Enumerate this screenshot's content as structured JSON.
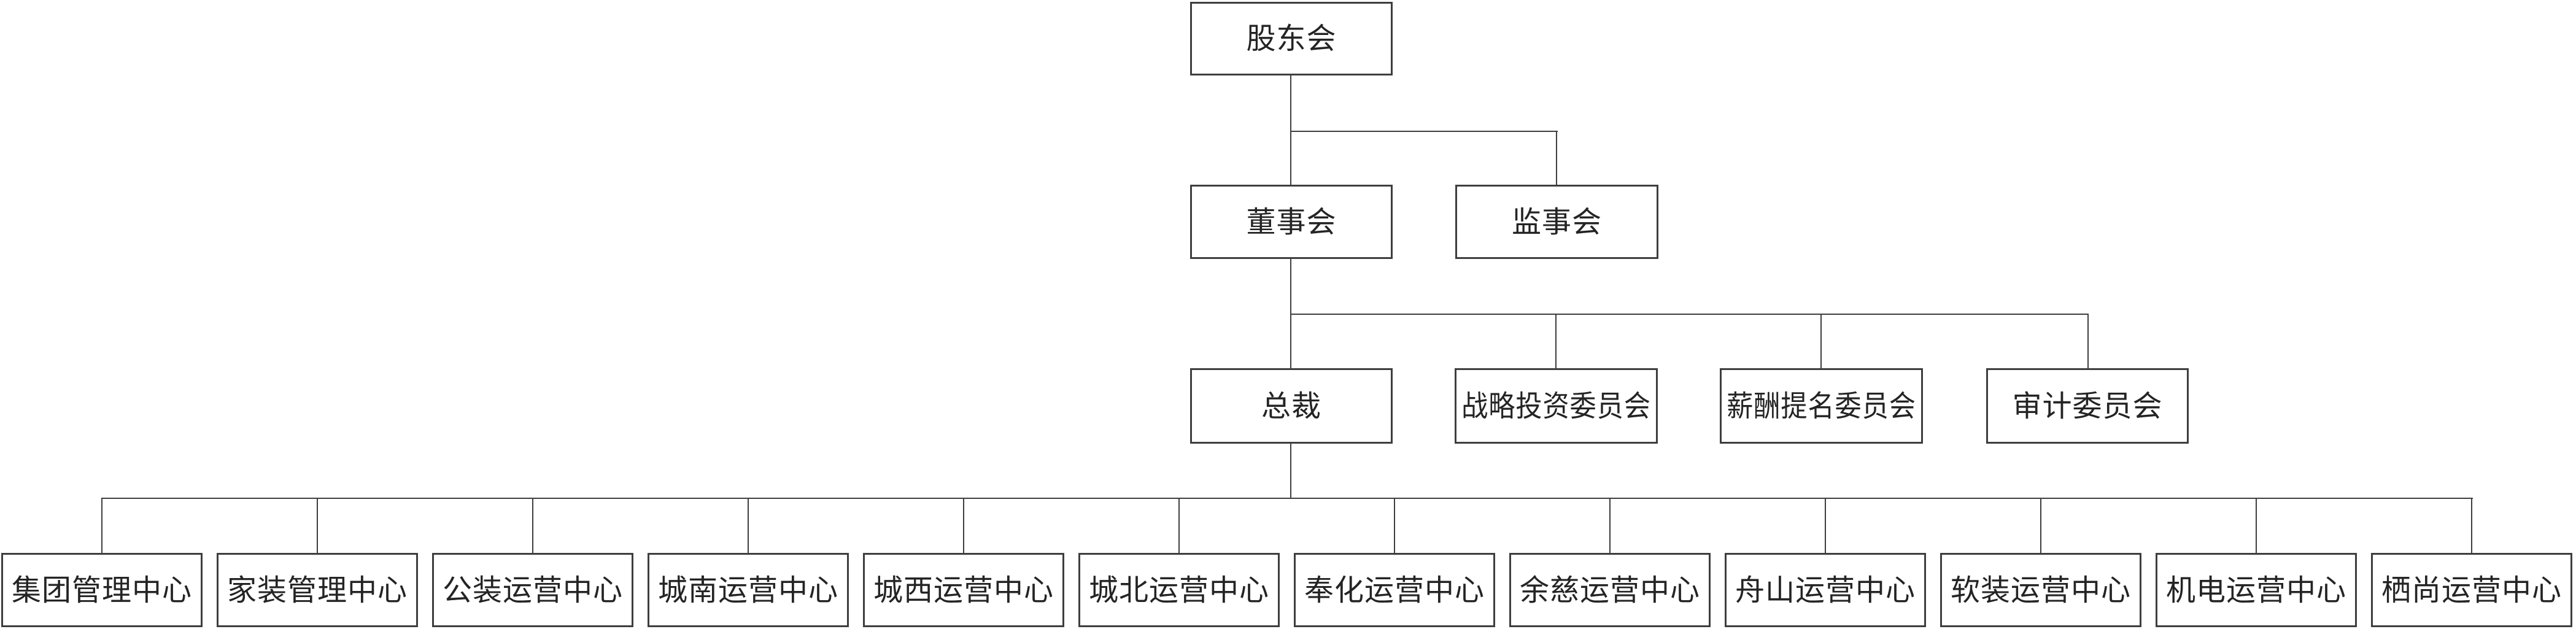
{
  "colors": {
    "background": "#ffffff",
    "node_border": "#3e3e3e",
    "connector": "#3e3e3e",
    "text": "#242424"
  },
  "org": {
    "type": "org-chart",
    "root": {
      "label": "股东会"
    },
    "level2": [
      {
        "label": "董事会",
        "parent": "股东会"
      },
      {
        "label": "监事会",
        "parent": "股东会"
      }
    ],
    "level3": [
      {
        "label": "总裁",
        "parent": "董事会"
      },
      {
        "label": "战略投资委员会",
        "parent": "董事会"
      },
      {
        "label": "薪酬提名委员会",
        "parent": "董事会"
      },
      {
        "label": "审计委员会",
        "parent": "董事会"
      }
    ],
    "level4": [
      {
        "label": "集团管理中心",
        "parent": "总裁"
      },
      {
        "label": "家装管理中心",
        "parent": "总裁"
      },
      {
        "label": "公装运营中心",
        "parent": "总裁"
      },
      {
        "label": "城南运营中心",
        "parent": "总裁"
      },
      {
        "label": "城西运营中心",
        "parent": "总裁"
      },
      {
        "label": "城北运营中心",
        "parent": "总裁"
      },
      {
        "label": "奉化运营中心",
        "parent": "总裁"
      },
      {
        "label": "余慈运营中心",
        "parent": "总裁"
      },
      {
        "label": "舟山运营中心",
        "parent": "总裁"
      },
      {
        "label": "软装运营中心",
        "parent": "总裁"
      },
      {
        "label": "机电运营中心",
        "parent": "总裁"
      },
      {
        "label": "栖尚运营中心",
        "parent": "总裁"
      }
    ]
  }
}
